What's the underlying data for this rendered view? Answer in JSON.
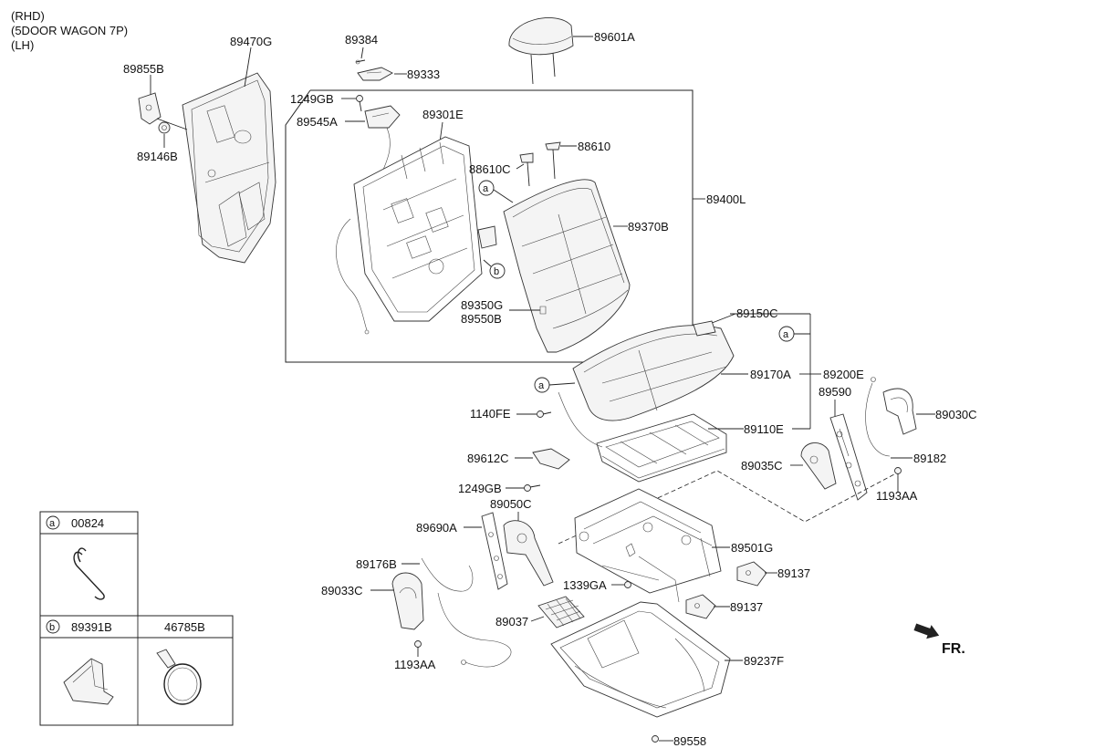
{
  "header": {
    "line1": "(RHD)",
    "line2": "(5DOOR WAGON 7P)",
    "line3": "(LH)"
  },
  "labels": {
    "p89470G": "89470G",
    "p89855B": "89855B",
    "p89146B": "89146B",
    "p89384": "89384",
    "p89333": "89333",
    "p89601A": "89601A",
    "p1249GB_top": "1249GB",
    "p89545A": "89545A",
    "p89301E": "89301E",
    "p88610": "88610",
    "p88610C": "88610C",
    "p89400L": "89400L",
    "p89370B": "89370B",
    "p89350G": "89350G",
    "p89550B": "89550B",
    "p89150C": "89150C",
    "p89170A": "89170A",
    "p89200E": "89200E",
    "p89110E": "89110E",
    "p1140FE": "1140FE",
    "p89612C": "89612C",
    "p1249GB_mid": "1249GB",
    "p89590": "89590",
    "p89030C": "89030C",
    "p89035C": "89035C",
    "p89182": "89182",
    "p1193AA_right": "1193AA",
    "p89050C": "89050C",
    "p89690A": "89690A",
    "p89501G": "89501G",
    "p89176B": "89176B",
    "p89033C": "89033C",
    "p1339GA": "1339GA",
    "p89137_a": "89137",
    "p89137_b": "89137",
    "p89037": "89037",
    "p1193AA_left": "1193AA",
    "p89237F": "89237F",
    "p89558": "89558",
    "fr": "FR."
  },
  "callouts": {
    "a": "a",
    "b": "b"
  },
  "legend": {
    "a_marker": "a",
    "a_part": "00824",
    "b_marker": "b",
    "b_part1": "89391B",
    "b_part2": "46785B"
  }
}
